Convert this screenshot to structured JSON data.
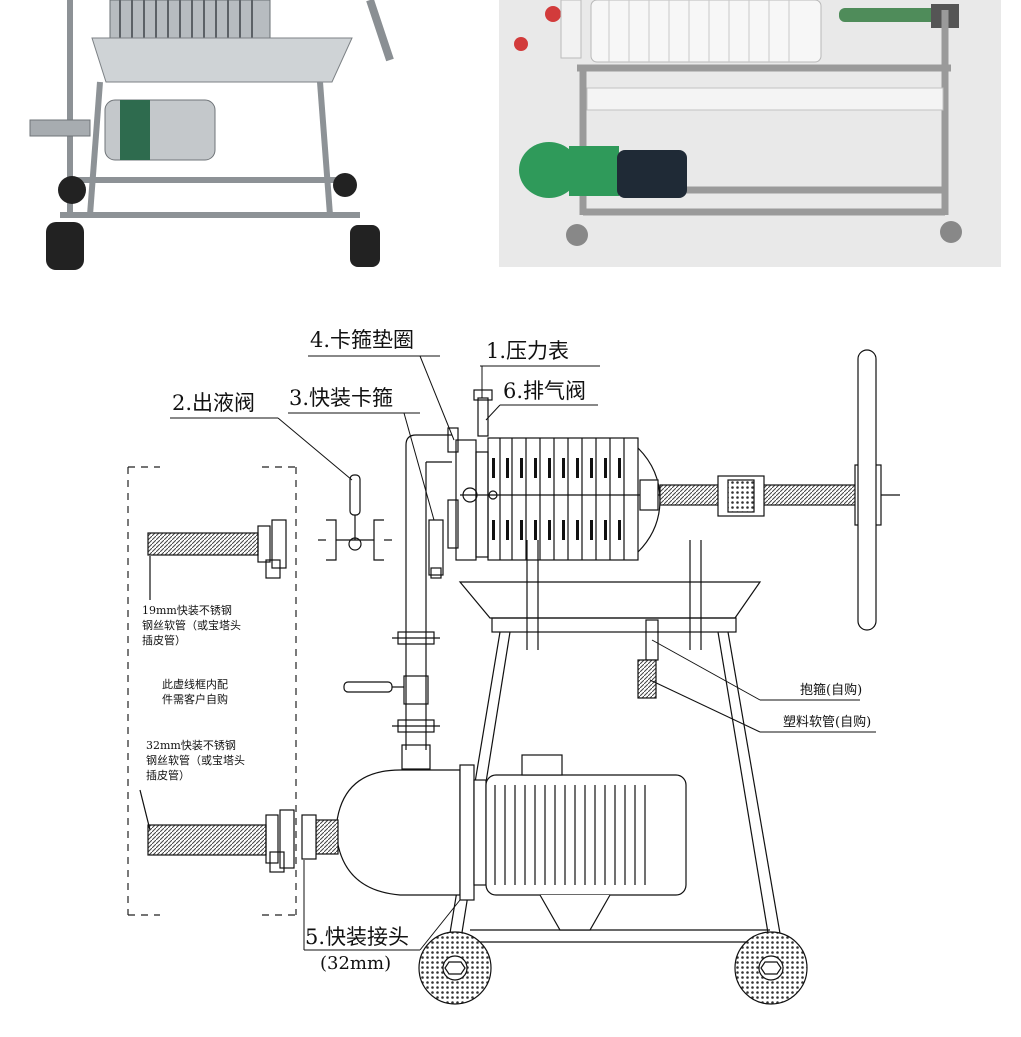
{
  "photos": {
    "left": "stainless-filter-press-photo",
    "right": "white-plate-filter-press-photo"
  },
  "labels": {
    "pressure_gauge": "1.压力表",
    "outlet_valve": "2.出液阀",
    "quick_clamp": "3.快装卡箍",
    "clamp_gasket": "4.卡箍垫圈",
    "quick_connector": "5.快装接头",
    "quick_connector_size": "(32mm)",
    "vent_valve": "6.排气阀",
    "hoop": "抱箍(自购)",
    "plastic_hose": "塑料软管(自购)"
  },
  "notes": {
    "hose_19_line1": "19mm快装不锈钢",
    "hose_19_line2": "钢丝软管（或宝塔头",
    "hose_19_line3": "插皮管）",
    "dashed_box_line1": "此虚线框内配",
    "dashed_box_line2": "件需客户自购",
    "hose_32_line1": "32mm快装不锈钢",
    "hose_32_line2": "钢丝软管（或宝塔头",
    "hose_32_line3": "插皮管）"
  },
  "colors": {
    "line": "#111111",
    "hatch": "#555555",
    "photo_bg_right": "#e9e9e9"
  }
}
